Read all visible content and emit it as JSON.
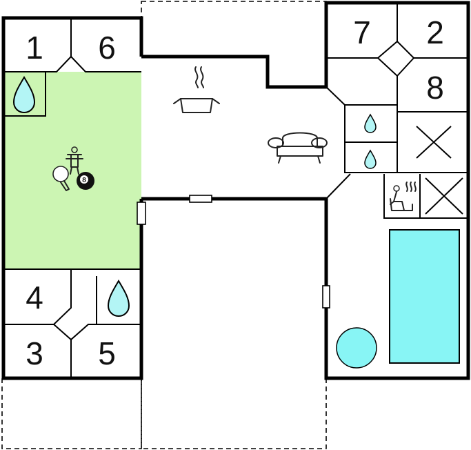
{
  "colors": {
    "play_room": "#ccf5b3",
    "terrace": "#e3e3e3",
    "carport": "#bdbdbd",
    "water": "#b3f5f5",
    "pool": "#88f5f5",
    "wall": "#000000"
  },
  "rooms": {
    "r1": "1",
    "r6": "6",
    "r7": "7",
    "r2": "2",
    "r8": "8",
    "r4": "4",
    "r3": "3",
    "r5": "5"
  },
  "icons": {
    "bathroom": "water-drop-icon",
    "kitchen": "cooking-pot-icon",
    "living": "sofa-icon",
    "games": [
      "table-football-icon",
      "table-tennis-icon",
      "billiard-ball-icon"
    ],
    "sauna": "sauna-icon",
    "closed": "cross-icon",
    "whirlpool": "whirlpool-icon",
    "pool": "pool-icon"
  },
  "billiard_label": "8"
}
